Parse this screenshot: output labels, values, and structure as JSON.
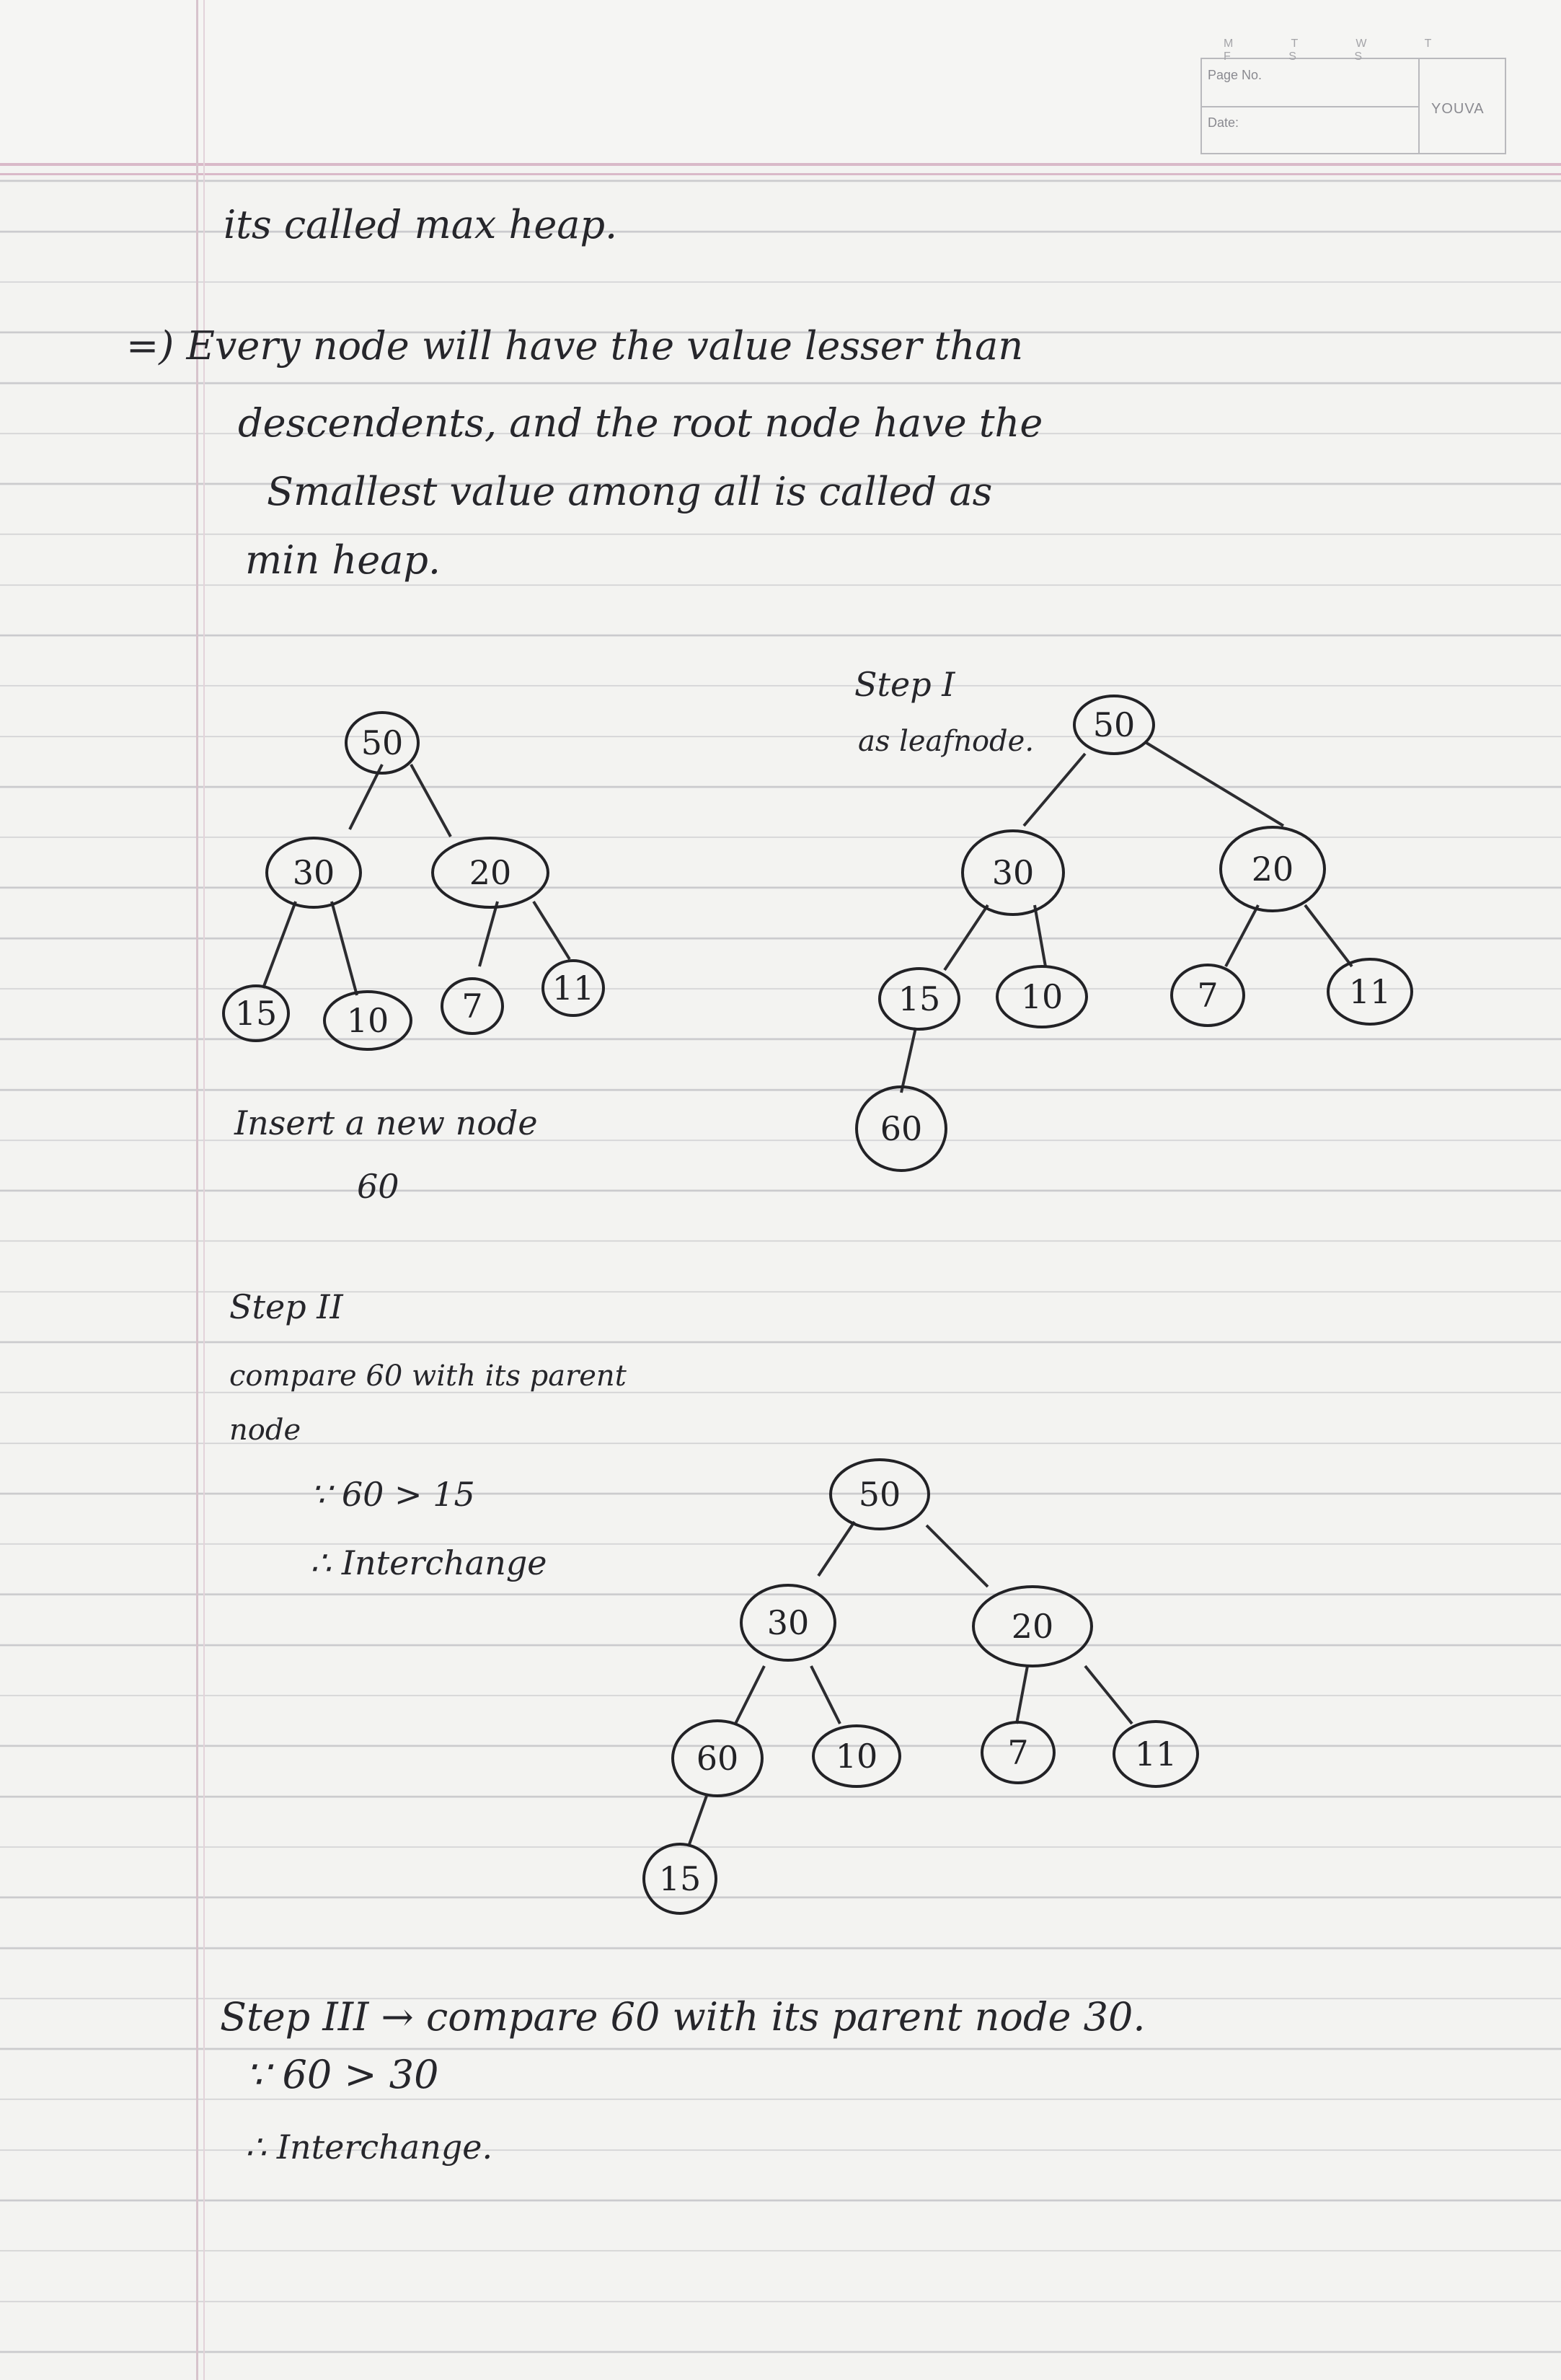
{
  "header": {
    "weekdays": "M T W T F S S",
    "page_no_label": "Page No.",
    "date_label": "Date:",
    "brand": "YOUVA"
  },
  "notes": {
    "line1": "its called max heap.",
    "line2": "=) Every node will have the value lesser than",
    "line3": "descendents, and the root node have the",
    "line4": "Smallest value among all is called as",
    "line5": "min heap.",
    "insert_label": "Insert a new node",
    "insert_value": "60",
    "step1_title": "Step I",
    "step1_sub": "as leafnode.",
    "step2_title": "Step II",
    "step2_line1": "compare 60 with its parent",
    "step2_line2": "node",
    "step2_line3": "∵ 60 > 15",
    "step2_line4": "∴ Interchange",
    "step3_line1": "Step III → compare 60 with its parent node 30.",
    "step3_line2": "∵ 60 > 30",
    "step3_line3": "∴ Interchange."
  },
  "trees": {
    "tree0": [
      "50",
      "30",
      "20",
      "15",
      "10",
      "7",
      "11"
    ],
    "tree1": [
      "50",
      "30",
      "20",
      "15",
      "10",
      "7",
      "11",
      "60"
    ],
    "tree2": [
      "50",
      "30",
      "20",
      "60",
      "10",
      "7",
      "11",
      "15"
    ]
  }
}
